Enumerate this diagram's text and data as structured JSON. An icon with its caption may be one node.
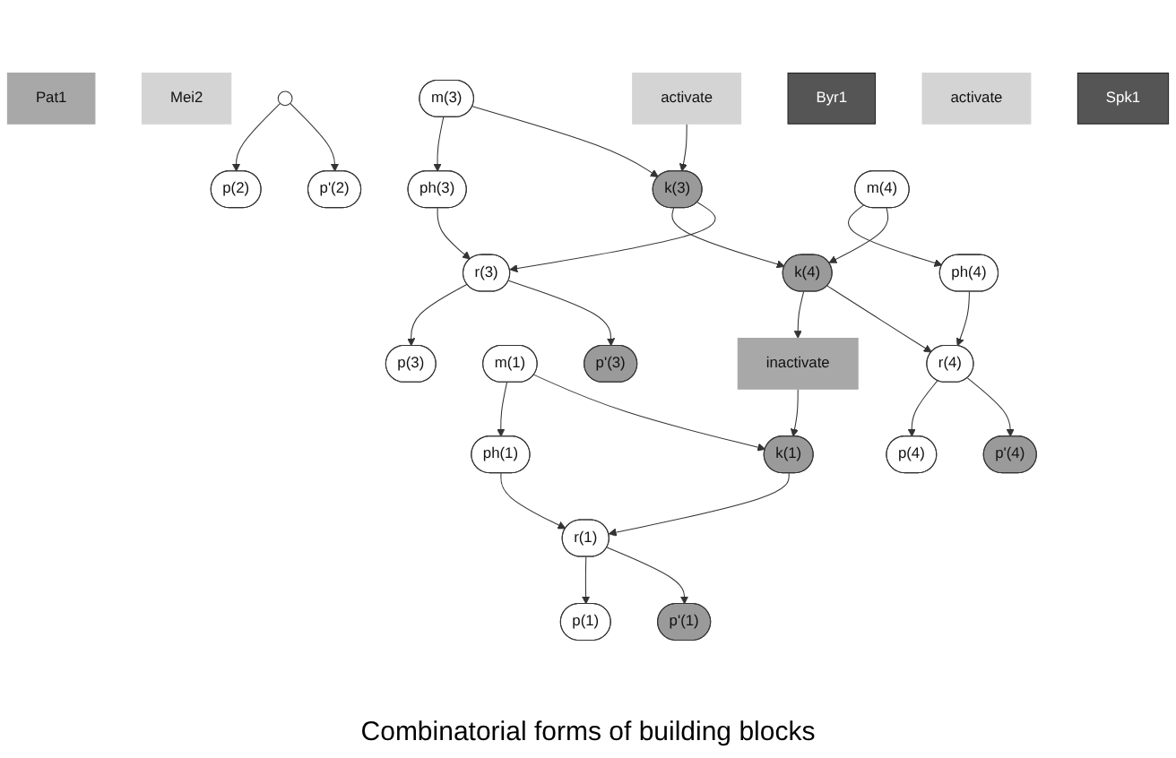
{
  "diagram": {
    "caption": "Combinatorial forms of building blocks",
    "nodes": [
      {
        "text": [
          "inactivate"
        ]
      },
      {
        "text": [
          "m(1)"
        ]
      },
      {
        "text": [
          "Pat1"
        ]
      },
      {
        "text": [
          "k(1)"
        ]
      },
      {
        "text": [
          "ph(1)"
        ]
      },
      {
        "text": [
          "r(1)"
        ]
      },
      {
        "text": [
          "Mei2"
        ]
      },
      {
        "text": [
          "p'(1)"
        ]
      },
      {
        "text": [
          "p(1)"
        ]
      },
      {
        "text": [
          "activate"
        ]
      },
      {
        "text": [],
        "shape": "circle"
      },
      {
        "text": [
          "p'(2)"
        ]
      },
      {
        "text": [
          "p(2)"
        ]
      },
      {
        "text": [
          "m(3)"
        ]
      },
      {
        "text": [
          "Byr1"
        ]
      },
      {
        "text": [
          "k(3)"
        ]
      },
      {
        "text": [
          "ph(3)"
        ]
      },
      {
        "text": [
          "r(3)"
        ]
      },
      {
        "text": [
          "activate"
        ]
      },
      {
        "text": [
          "p'(3)"
        ]
      },
      {
        "text": [
          "p(3)"
        ]
      },
      {
        "text": [
          "m(4)"
        ]
      },
      {
        "text": [
          "Spk1"
        ]
      },
      {
        "text": [
          "k(4)"
        ]
      },
      {
        "text": [
          "ph(4)"
        ]
      },
      {
        "text": [
          "r(4)"
        ]
      },
      {
        "text": [
          "p'(4)"
        ]
      },
      {
        "text": [
          "p(4)"
        ]
      }
    ],
    "edges": [
      {
        "from": 0,
        "to": 3,
        "arrow": "to"
      },
      {
        "from": 1,
        "to": 3,
        "arrow": "to"
      },
      {
        "from": 1,
        "to": 4,
        "arrow": "to"
      },
      {
        "from": 3,
        "to": 5,
        "arrow": "to"
      },
      {
        "from": 4,
        "to": 5,
        "arrow": "to"
      },
      {
        "from": 5,
        "to": 7,
        "arrow": "to"
      },
      {
        "from": 5,
        "to": 8,
        "arrow": "to"
      },
      {
        "from": 10,
        "to": 11,
        "arrow": "to"
      },
      {
        "from": 10,
        "to": 12,
        "arrow": "to"
      },
      {
        "from": 9,
        "to": 15,
        "arrow": "to"
      },
      {
        "from": 13,
        "to": 15,
        "arrow": "to"
      },
      {
        "from": 13,
        "to": 16,
        "arrow": "to"
      },
      {
        "from": 15,
        "to": 17,
        "arrow": "to"
      },
      {
        "from": 16,
        "to": 17,
        "arrow": "to"
      },
      {
        "from": 17,
        "to": 19,
        "arrow": "to"
      },
      {
        "from": 17,
        "to": 20,
        "arrow": "to"
      },
      {
        "from": 15,
        "to": 23,
        "arrow": "to"
      },
      {
        "from": 21,
        "to": 23,
        "arrow": "to"
      },
      {
        "from": 21,
        "to": 24,
        "arrow": "to"
      },
      {
        "from": 23,
        "to": 25,
        "arrow": "to"
      },
      {
        "from": 24,
        "to": 25,
        "arrow": "to"
      },
      {
        "from": 25,
        "to": 26,
        "arrow": "to"
      },
      {
        "from": 25,
        "to": 27,
        "arrow": "to"
      },
      {
        "from": 23,
        "to": 0,
        "arrow": "to"
      }
    ]
  }
}
